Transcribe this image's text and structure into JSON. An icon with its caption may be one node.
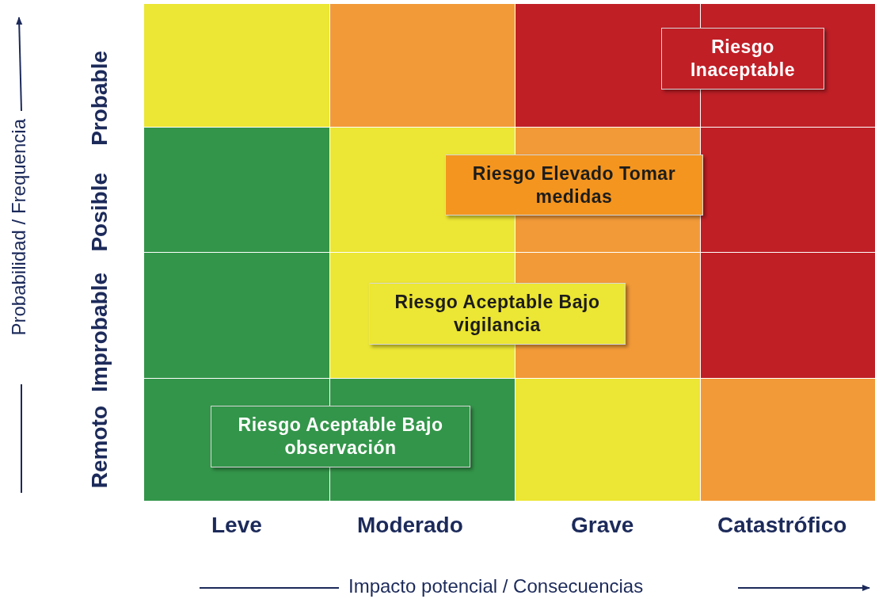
{
  "diagram": {
    "nodes": [
      {
        "text": [
          "Riesgo Inaceptable"
        ]
      },
      {
        "text": [
          "Riesgo Elevado Tomar medidas"
        ]
      },
      {
        "text": [
          "Riesgo Aceptable Bajo vigilancia"
        ]
      },
      {
        "text": [
          "Riesgo Aceptable Bajo observación"
        ]
      }
    ],
    "labels": [
      "Probabilidad / Frequencia",
      "Probable",
      "Posible",
      "Improbable",
      "Remoto",
      "Leve",
      "Moderado",
      "Grave",
      "Catastrófico",
      "Impacto potencial / Consecuencias"
    ]
  }
}
